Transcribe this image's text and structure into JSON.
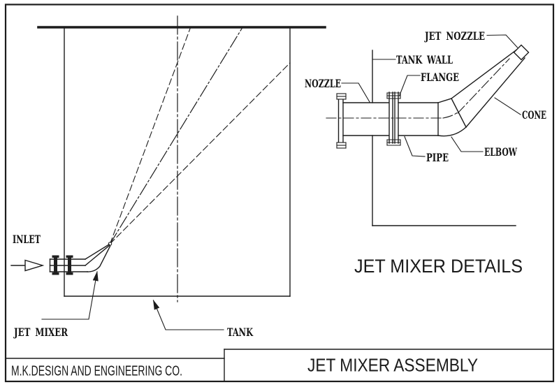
{
  "colors": {
    "ink": "#1c1c1c",
    "paper": "#ffffff"
  },
  "main_view": {
    "labels": {
      "inlet": "INLET",
      "jet_mixer": "JET MIXER",
      "tank": "TANK"
    }
  },
  "detail_view": {
    "title": "JET MIXER DETAILS",
    "labels": {
      "jet_nozzle": "JET NOZZLE",
      "tank_wall": "TANK WALL",
      "flange": "FLANGE",
      "nozzle": "NOZZLE",
      "cone": "CONE",
      "pipe": "PIPE",
      "elbow": "ELBOW"
    }
  },
  "title_block": {
    "company": "M.K.DESIGN AND ENGINEERING CO.",
    "drawing_title": "JET MIXER ASSEMBLY"
  }
}
